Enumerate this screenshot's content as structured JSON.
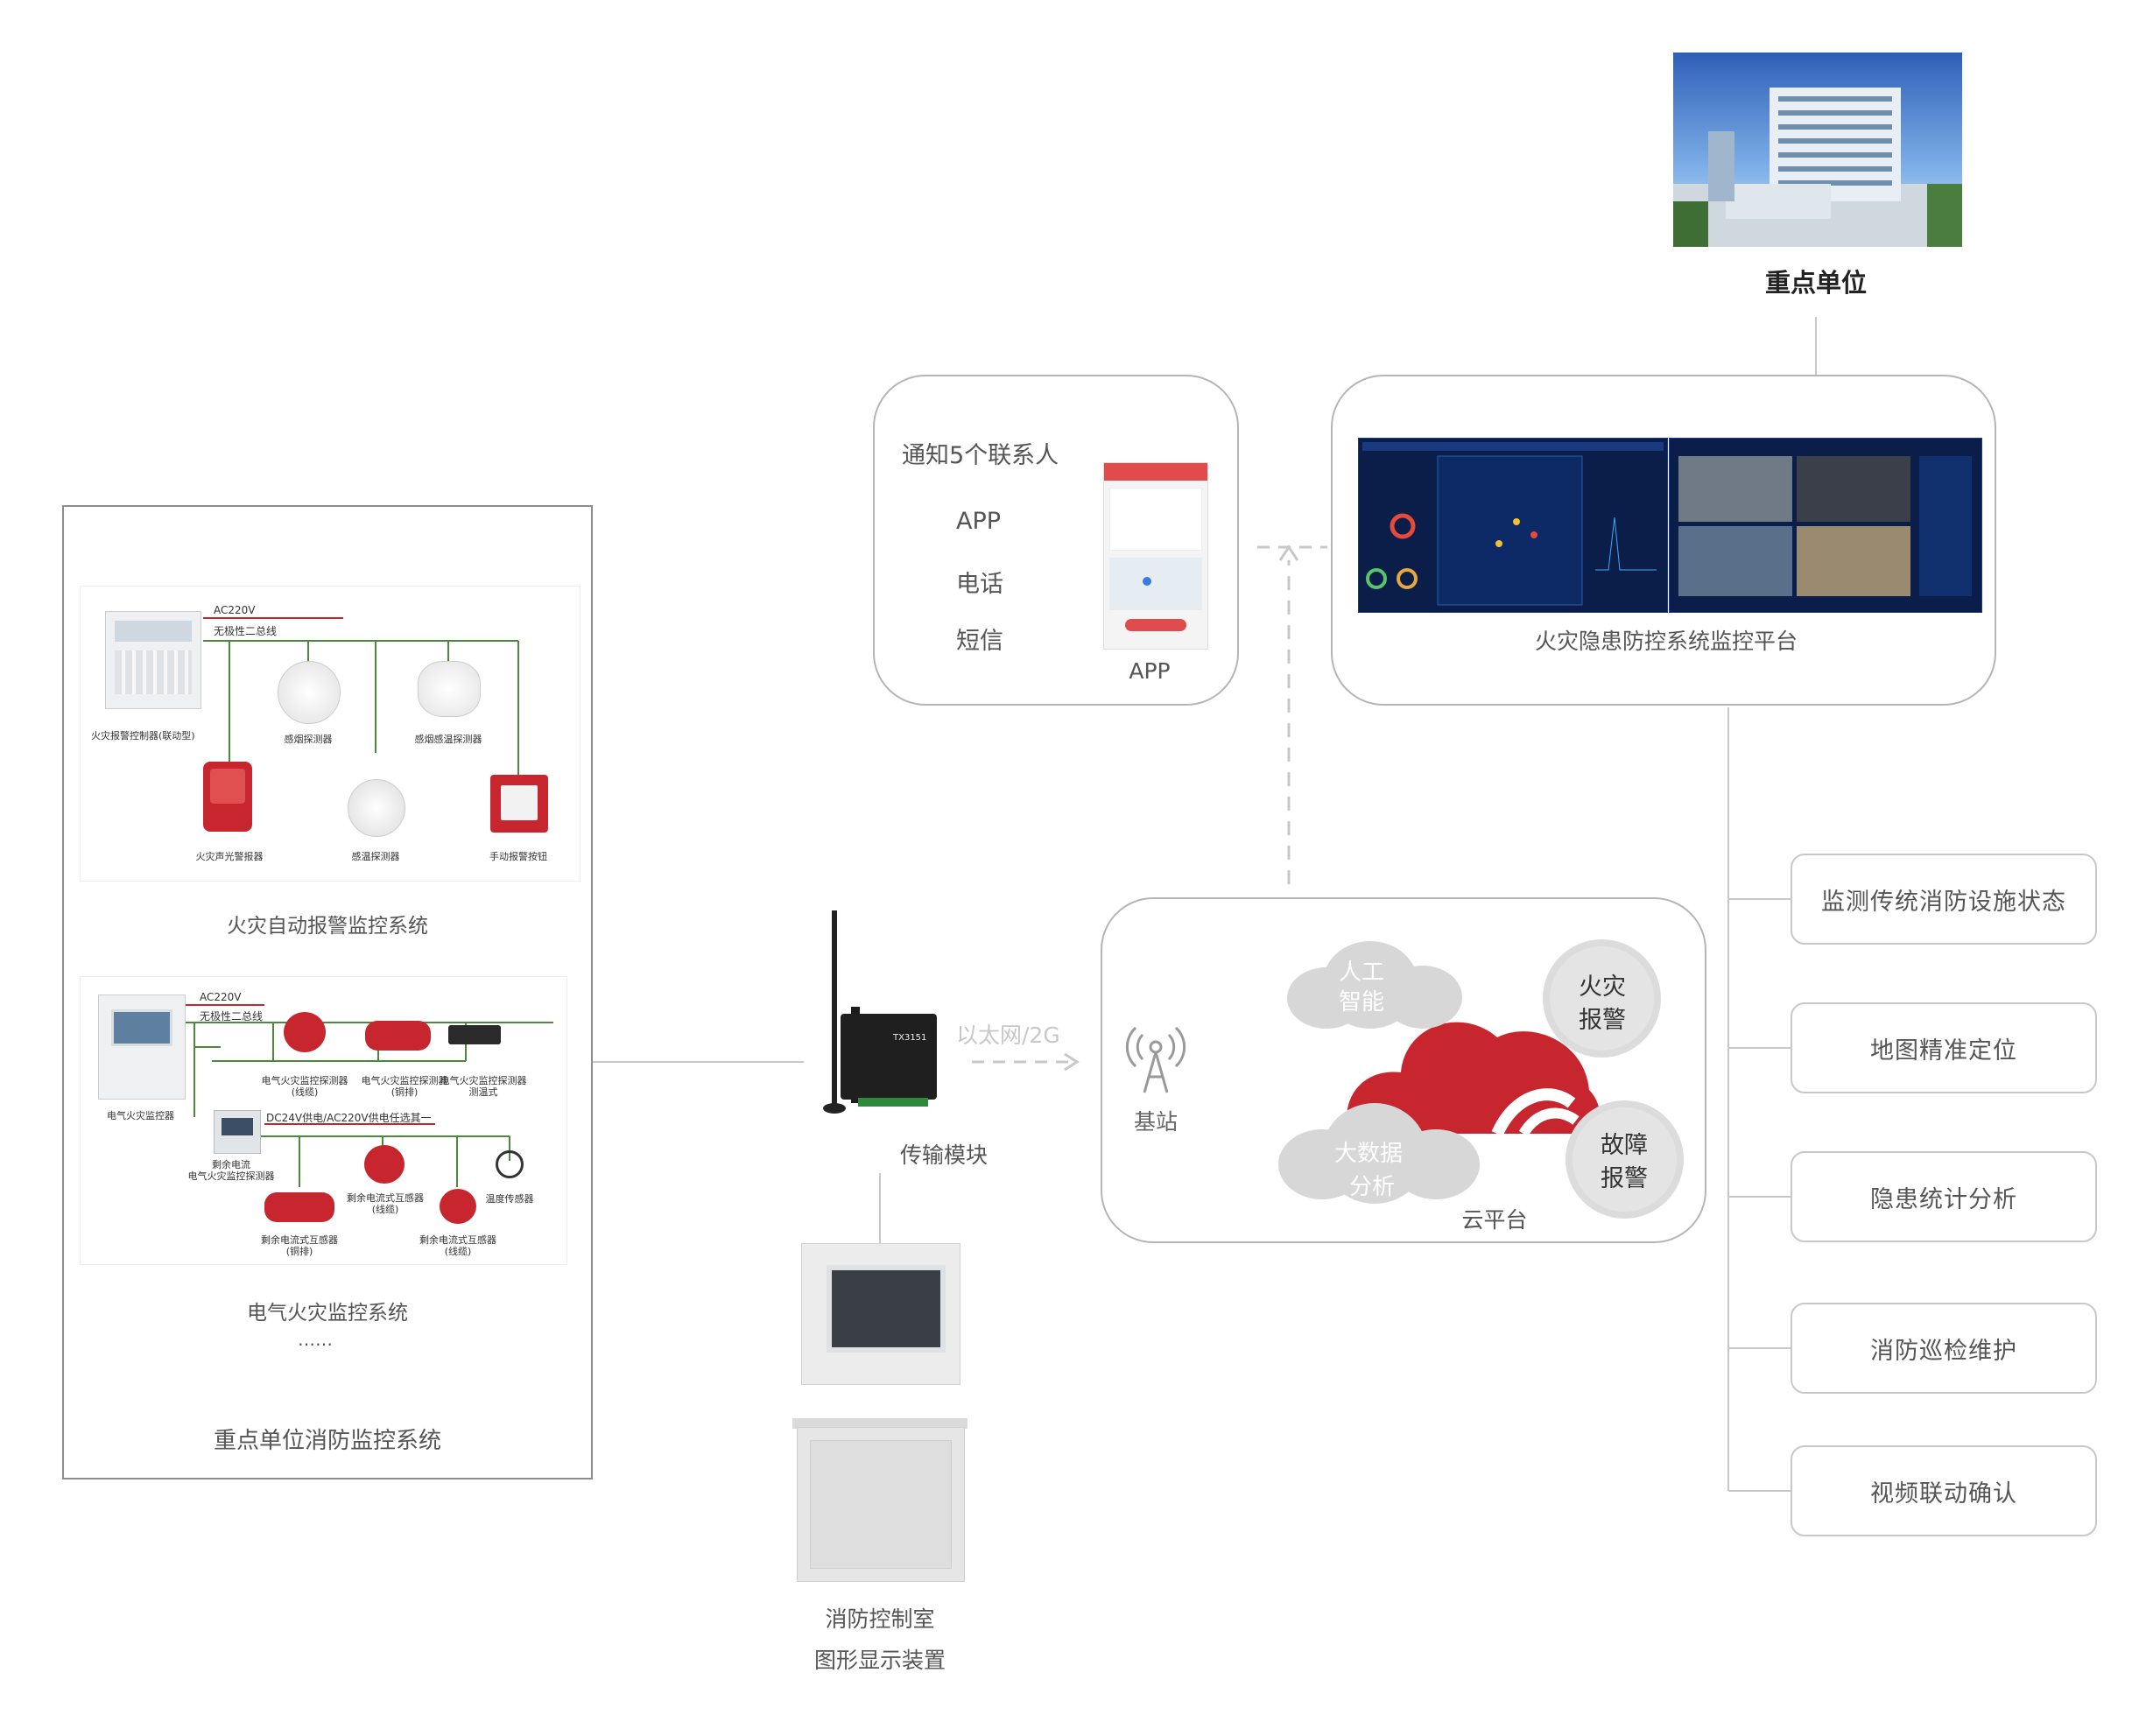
{
  "building": {
    "label": "重点单位"
  },
  "notify": {
    "title": "通知5个联系人",
    "channels": [
      "APP",
      "电话",
      "短信"
    ],
    "phone_caption": "APP"
  },
  "monitor": {
    "caption": "火灾隐患防控系统监控平台"
  },
  "left_panel": {
    "fire_alarm_system": {
      "caption": "火灾自动报警监控系统",
      "power_label": "AC220V",
      "bus_label": "无极性二总线",
      "devices": [
        "火灾报警控制器(联动型)",
        "感烟探测器",
        "感烟感温探测器",
        "火灾声光警报器",
        "感温探测器",
        "手动报警按钮"
      ]
    },
    "electrical_system": {
      "caption": "电气火灾监控系统",
      "ellipsis": "……",
      "power_label": "AC220V",
      "bus_label": "无极性二总线",
      "supply_label": "DC24V供电/AC220V供电任选其一",
      "controller": "电气火灾监控器",
      "detectors": [
        "电气火灾监控探测器\n(线缆)",
        "电气火灾监控探测器\n(铜排)",
        "电气火灾监控探测器\n测温式"
      ],
      "residual_detector": "剩余电流\n电气火灾监控探测器",
      "sensors": [
        "剩余电流式互感器\n(线缆)",
        "温度传感器",
        "剩余电流式互感器\n(铜排)",
        "剩余电流式互感器\n(线缆)"
      ]
    },
    "title": "重点单位消防监控系统"
  },
  "transmission": {
    "label": "传输模块",
    "link_label": "以太网/2G",
    "device_text": "TX3151"
  },
  "control_room": {
    "line1": "消防控制室",
    "line2": "图形显示装置"
  },
  "cloud": {
    "base_station": "基站",
    "platform": "云平台",
    "ai": [
      "人工",
      "智能"
    ],
    "bigdata": [
      "大数据",
      "分析"
    ],
    "fire_alarm": [
      "火灾",
      "报警"
    ],
    "fault_alarm": [
      "故障",
      "报警"
    ]
  },
  "features": [
    "监测传统消防设施状态",
    "地图精准定位",
    "隐患统计分析",
    "消防巡检维护",
    "视频联动确认"
  ],
  "colors": {
    "accent_red": "#c8262f",
    "border": "#b5b5b5",
    "line_green": "#4a8a3a"
  }
}
